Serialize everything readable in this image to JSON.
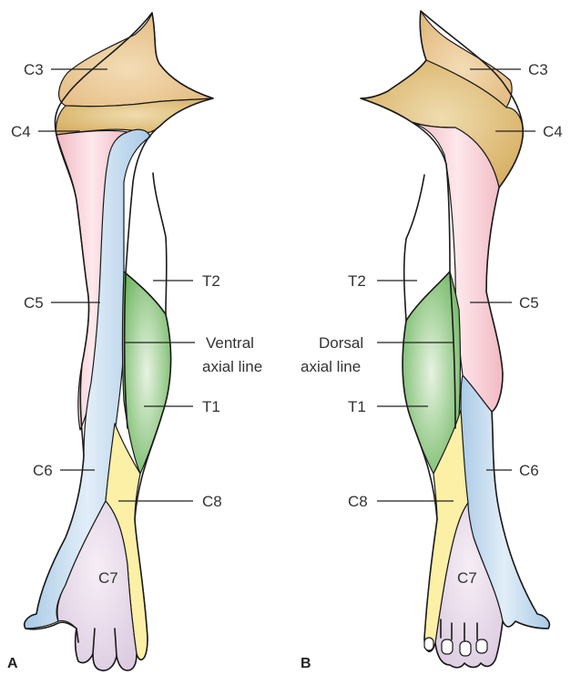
{
  "colors": {
    "C3": "#e8c48a",
    "C4": "#dcb66a",
    "C5": "#f4c7cf",
    "C6": "#bcd6ec",
    "C7": "#e8dcea",
    "C8": "#fbf0a6",
    "T1": "#7cbf6e",
    "T2": "#ffffff"
  },
  "panels": {
    "A": {
      "letter": "A",
      "labels": {
        "C3": "C3",
        "C4": "C4",
        "C5": "C5",
        "C6": "C6",
        "C7": "C7",
        "C8": "C8",
        "T1": "T1",
        "T2": "T2",
        "axial_line_1": "Ventral",
        "axial_line_2": "axial line"
      }
    },
    "B": {
      "letter": "B",
      "labels": {
        "C3": "C3",
        "C4": "C4",
        "C5": "C5",
        "C6": "C6",
        "C7": "C7",
        "C8": "C8",
        "T1": "T1",
        "T2": "T2",
        "axial_line_1": "Dorsal",
        "axial_line_2": "axial line"
      }
    }
  }
}
